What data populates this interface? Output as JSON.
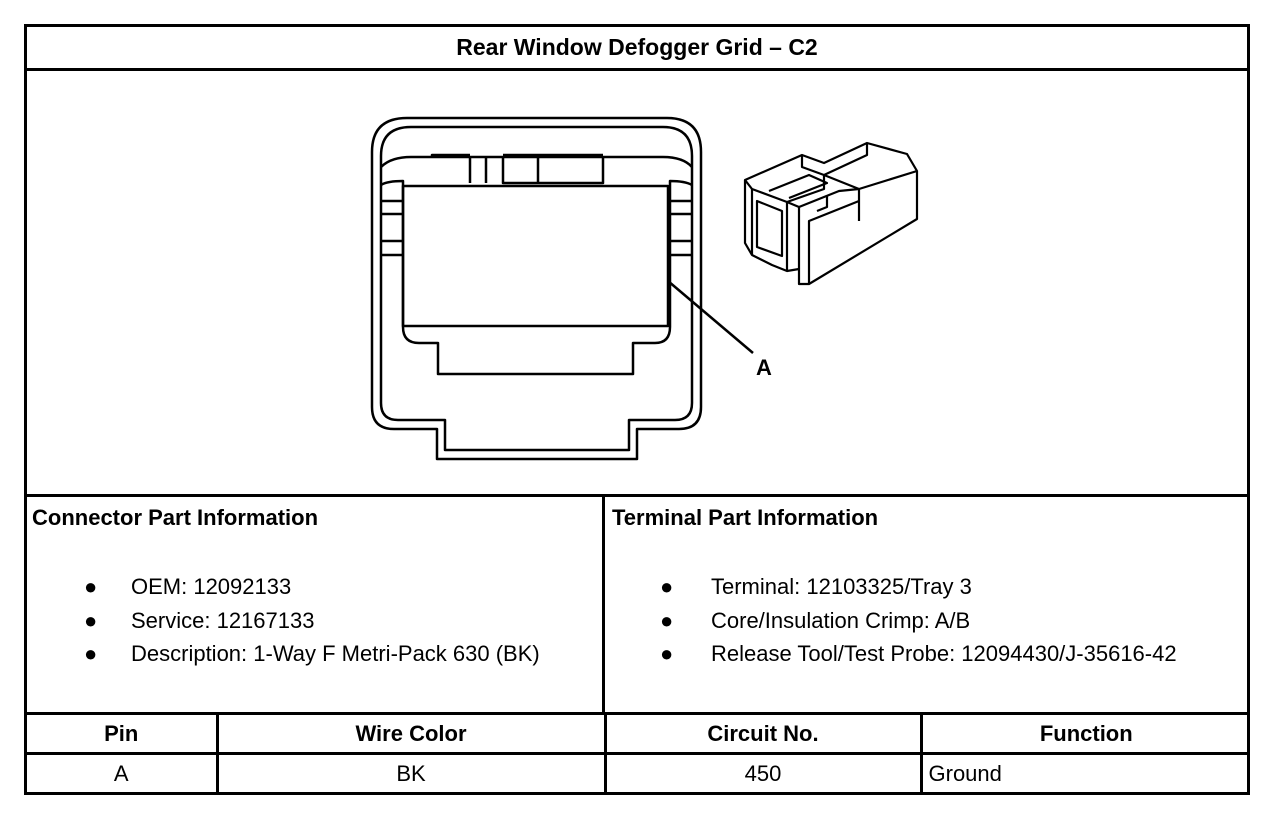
{
  "title": "Rear Window Defogger Grid – C2",
  "figure": {
    "callout_label": "A"
  },
  "connector_info": {
    "heading": "Connector Part Information",
    "items": [
      "OEM: 12092133",
      "Service: 12167133",
      "Description: 1-Way F Metri-Pack 630 (BK)"
    ]
  },
  "terminal_info": {
    "heading": "Terminal Part Information",
    "items": [
      "Terminal: 12103325/Tray 3",
      "Core/Insulation Crimp: A/B",
      "Release Tool/Test Probe: 12094430/J-35616-42"
    ]
  },
  "pin_table": {
    "headers": [
      "Pin",
      "Wire Color",
      "Circuit No.",
      "Function"
    ],
    "rows": [
      [
        "A",
        "BK",
        "450",
        "Ground"
      ]
    ]
  }
}
